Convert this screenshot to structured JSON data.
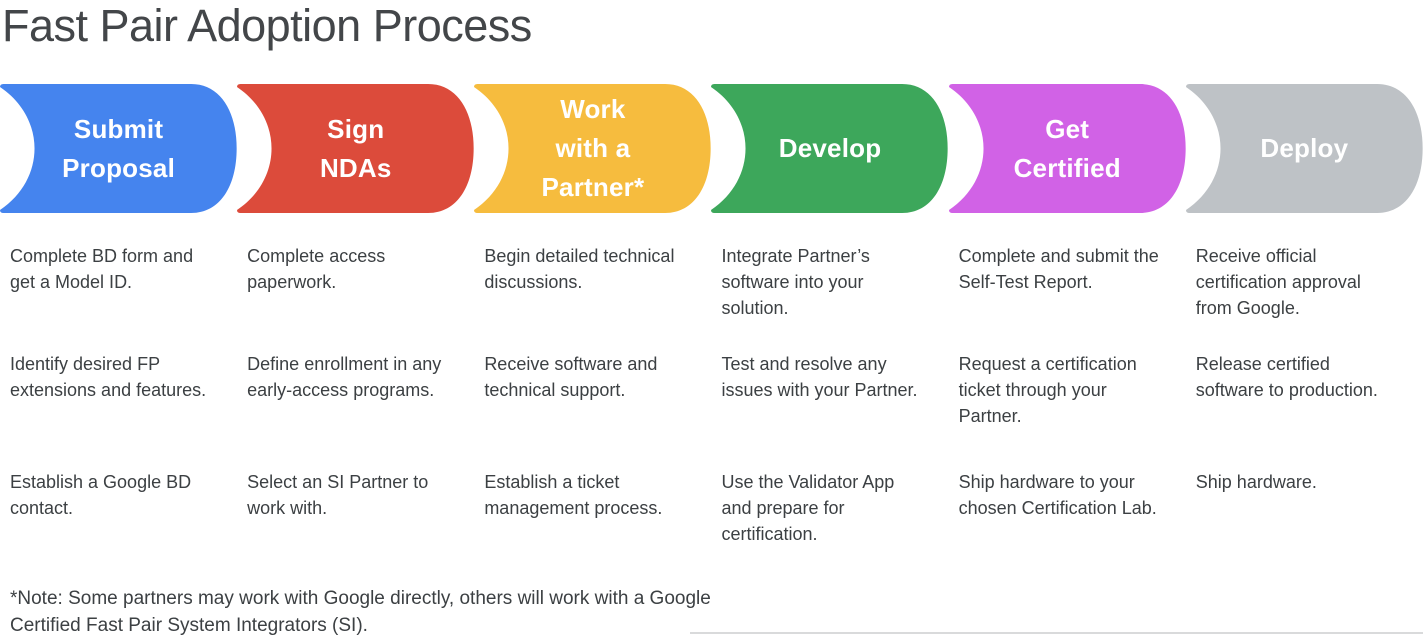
{
  "title": "Fast Pair Adoption Process",
  "note": "*Note: Some partners may work with Google directly, others will work with a Google Certified Fast Pair System Integrators (SI).",
  "colors": {
    "title_text": "#434649",
    "body_text": "#3c4043",
    "label_text": "#ffffff"
  },
  "stages": [
    {
      "label": "Submit\nProposal",
      "color": "#4584EE",
      "steps": [
        "Complete BD form and get a Model ID.",
        "Identify desired FP extensions and features.",
        "Establish a Google BD contact."
      ]
    },
    {
      "label": "Sign\nNDAs",
      "color": "#DC4B3B",
      "steps": [
        "Complete access paperwork.",
        "Define enrollment in any early-access programs.",
        "Select an SI Partner to work with."
      ]
    },
    {
      "label": "Work\nwith a\nPartner*",
      "color": "#F6BC3E",
      "steps": [
        "Begin detailed technical discussions.",
        "Receive software and technical support.",
        "Establish a ticket management process."
      ]
    },
    {
      "label": "Develop",
      "color": "#3DA75B",
      "steps": [
        "Integrate Partner’s software into your solution.",
        "Test and resolve any issues with your Partner.",
        "Use the Validator App and prepare for certification."
      ]
    },
    {
      "label": "Get\nCertified",
      "color": "#D162E6",
      "steps": [
        "Complete and submit the Self-Test Report.",
        "Request a certification ticket through your Partner.",
        "Ship hardware to your chosen Certification Lab."
      ]
    },
    {
      "label": "Deploy",
      "color": "#BEC2C6",
      "steps": [
        "Receive official certification approval from Google.",
        "Release certified software to production.",
        "Ship hardware."
      ]
    }
  ]
}
